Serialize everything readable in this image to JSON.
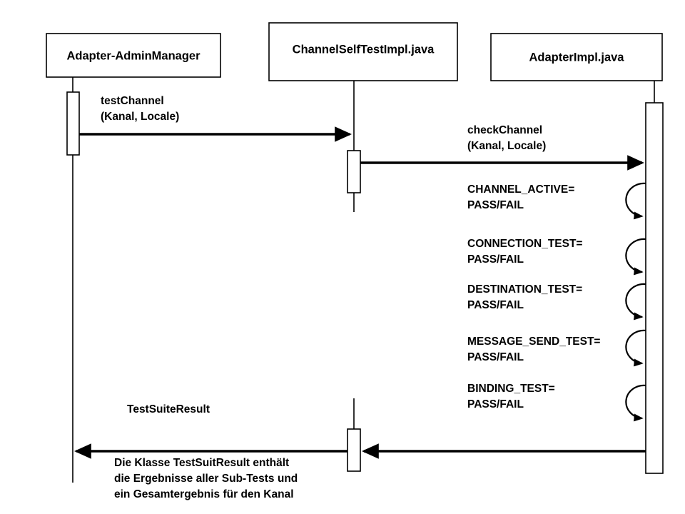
{
  "diagram": {
    "kind": "uml-sequence-diagram",
    "background_color": "#ffffff",
    "line_color": "#000000",
    "participants": [
      {
        "id": "adminmanager",
        "label": "Adapter-AdminManager"
      },
      {
        "id": "channelselftest",
        "label": "ChannelSelfTestImpl.java"
      },
      {
        "id": "adapterimpl",
        "label": "AdapterImpl.java"
      }
    ],
    "messages": [
      {
        "id": "msg-testchannel",
        "from": "adminmanager",
        "to": "channelselftest",
        "line1": "testChannel",
        "line2": "(Kanal, Locale)"
      },
      {
        "id": "msg-checkchannel",
        "from": "channelselftest",
        "to": "adapterimpl",
        "line1": "checkChannel",
        "line2": "(Kanal, Locale)"
      }
    ],
    "self_calls": [
      {
        "id": "self-channel-active",
        "line1": "CHANNEL_ACTIVE=",
        "line2": "PASS/FAIL"
      },
      {
        "id": "self-connection-test",
        "line1": "CONNECTION_TEST=",
        "line2": "PASS/FAIL"
      },
      {
        "id": "self-destination-test",
        "line1": "DESTINATION_TEST=",
        "line2": "PASS/FAIL"
      },
      {
        "id": "self-message-send-test",
        "line1": "MESSAGE_SEND_TEST=",
        "line2": "PASS/FAIL"
      },
      {
        "id": "self-binding-test",
        "line1": "BINDING_TEST=",
        "line2": "PASS/FAIL"
      }
    ],
    "returns": [
      {
        "id": "return-adapterimpl-to-channelselftest",
        "from": "adapterimpl",
        "to": "channelselftest",
        "label": ""
      },
      {
        "id": "return-channelselftest-to-adminmanager",
        "from": "channelselftest",
        "to": "adminmanager",
        "label": "TestSuiteResult"
      }
    ],
    "note": {
      "id": "note-testsuitresult",
      "line1": "Die Klasse TestSuitResult enthält",
      "line2": "die Ergebnisse aller Sub-Tests und",
      "line3": "ein Gesamtergebnis für den Kanal"
    }
  }
}
